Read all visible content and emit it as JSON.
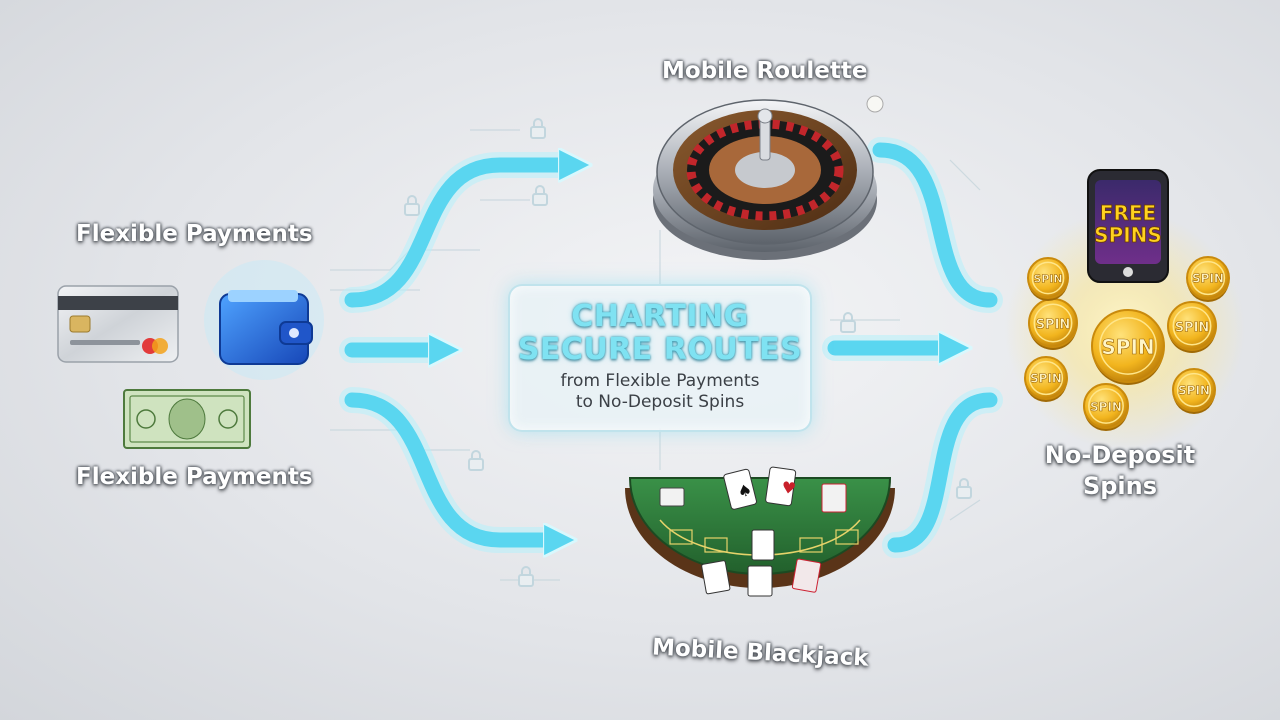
{
  "labels": {
    "payments_top": "Flexible Payments",
    "payments_bottom": "Flexible Payments",
    "roulette": "Mobile Roulette",
    "blackjack": "Mobile Blackjack",
    "spins": "No-Deposit Spins"
  },
  "center": {
    "title_line1": "CHARTING",
    "title_line2": "SECURE ROUTES",
    "subtitle_line1": "from Flexible Payments",
    "subtitle_line2": "to No-Deposit Spins"
  },
  "phone": {
    "line1": "FREE",
    "line2": "SPINS"
  },
  "coin_text": "SPIN",
  "icons": [
    "credit-card-icon",
    "wallet-icon",
    "banknote-icon",
    "roulette-wheel-icon",
    "blackjack-table-icon",
    "phone-icon",
    "coin-icon",
    "lock-icon"
  ],
  "colors": {
    "route": "#5ad6f0",
    "route_glow": "#b7f1fb",
    "title": "#7fe2f2",
    "felt": "#2f7d3c",
    "coin": "#f2b51e",
    "phone_text": "#ffd21f"
  }
}
